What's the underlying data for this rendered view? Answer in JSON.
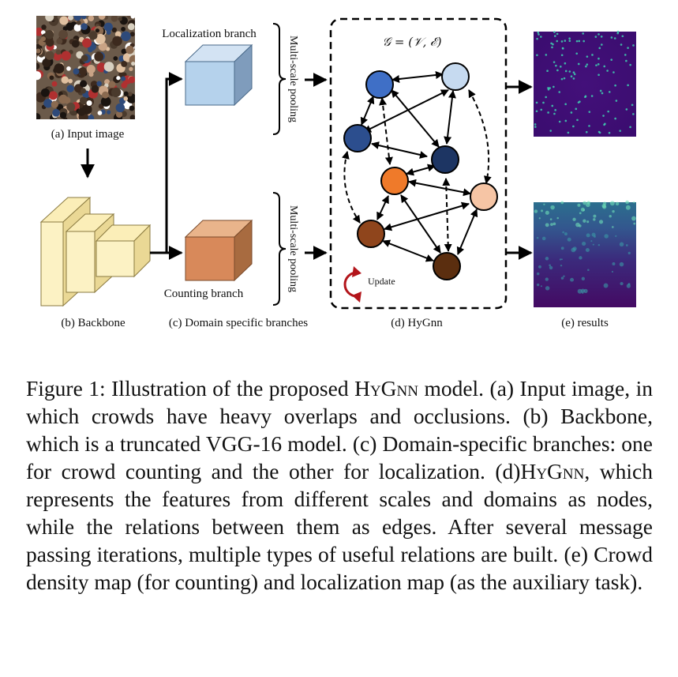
{
  "figure": {
    "labels": {
      "input": "(a) Input image",
      "backbone": "(b) Backbone",
      "branches": "(c) Domain specific branches",
      "hygnn": "(d) HyGnn",
      "results": "(e) results",
      "localization_branch": "Localization branch",
      "counting_branch": "Counting branch",
      "pooling_top": "Multi-scale pooling",
      "pooling_bottom": "Multi-scale pooling",
      "graph_formula": "𝒢 = (𝒱, ℰ)",
      "update": "Update"
    }
  },
  "caption": {
    "prefix": "Figure 1: Illustration of the proposed ",
    "model_name": "HyGnn",
    "body": " model. (a) Input image, in which crowds have heavy overlaps and occlusions. (b) Backbone, which is a truncated VGG-16 model. (c) Domain-specific branches: one for crowd counting and the other for localization. (d)",
    "model_name_2": "HyGnn",
    "rest": ", which represents the features from different scales and domains as nodes, while the relations between them as edges. After several message passing iterations, multiple types of useful relations are built. (e) Crowd density map (for counting) and localization map (as the auxiliary task)."
  }
}
